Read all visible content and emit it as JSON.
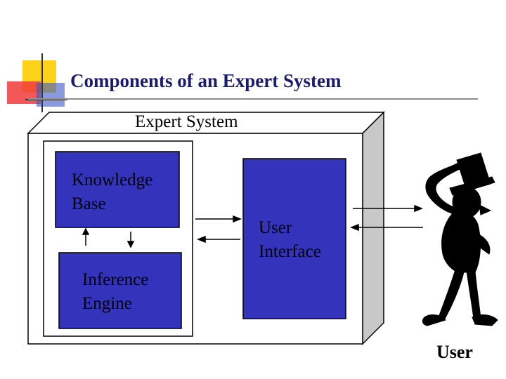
{
  "slide": {
    "title": "Components of an Expert System"
  },
  "diagram": {
    "container_label": "Expert System",
    "knowledge_base_label": "Knowledge\n Base",
    "inference_engine_label": "Inference\n Engine",
    "user_interface_label": " User\nInterface",
    "user_label": "User",
    "colors": {
      "box_fill": "#3333bb",
      "box_stroke": "#000000",
      "container_side": "#c8c8c8",
      "logo_yellow": "#ffd21a",
      "logo_red": "#f23a3a",
      "logo_blue": "#3a56c8"
    }
  }
}
